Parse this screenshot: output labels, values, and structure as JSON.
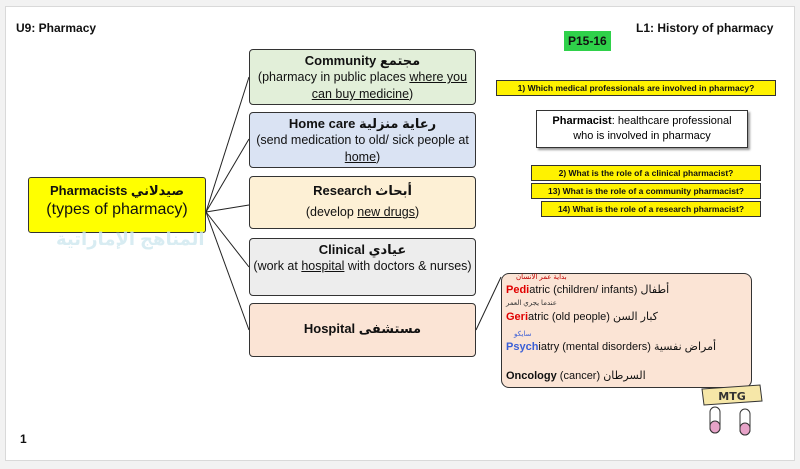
{
  "header": {
    "unit": "U9: Pharmacy",
    "lesson": "L1: History of pharmacy",
    "pages": "P15-16",
    "page_number": "1"
  },
  "central": {
    "title": "Pharmacists صيدلاني",
    "subtitle": "(types of pharmacy)"
  },
  "branches": [
    {
      "title": "Community مجتمع",
      "desc_a": "(pharmacy in public places ",
      "desc_u": "where you can buy medicine",
      "desc_b": ")"
    },
    {
      "title": "Home care رعاية منزلية",
      "desc_a": "(send medication to old/ sick people at ",
      "desc_u": "home",
      "desc_b": ")"
    },
    {
      "title": "Research أبحاث",
      "desc_a": "(develop ",
      "desc_u": "new drugs",
      "desc_b": ")"
    },
    {
      "title": "Clinical عيادي",
      "desc_a": "(work at ",
      "desc_u": "hospital",
      "desc_b": " with doctors & nurses)"
    },
    {
      "title": "Hospital مستشفى"
    }
  ],
  "hospital_types": [
    {
      "prefix": "Pedi",
      "rest": "atric (children/ infants) أطفال",
      "note": "بداية عمر الانسان"
    },
    {
      "prefix": "Geri",
      "rest": "atric (old people) كبار السن",
      "note": "عندما يجري العمر"
    },
    {
      "prefix": "Psych",
      "rest": "iatry (mental disorders) أمراض نفسية",
      "note": "سايكو"
    },
    {
      "prefix": "Oncology",
      "rest": " (cancer) السرطان",
      "note": ""
    }
  ],
  "questions": {
    "q1": "1) Which medical professionals are involved in pharmacy?",
    "q2": "2) What is the role of a clinical pharmacist?",
    "q13": "13) What is the role of a community pharmacist?",
    "q14": "14) What is the role of a research pharmacist?"
  },
  "definition": {
    "term": "Pharmacist",
    "text": ": healthcare professional who is involved in pharmacy"
  },
  "logo": {
    "text": "MTG"
  },
  "watermark": {
    "text": "المناهج الإماراتية"
  },
  "colors": {
    "community": "#e2efd9",
    "homecare": "#dae3f3",
    "research": "#fdf0d5",
    "clinical": "#ededed",
    "hospital": "#fbe4d5",
    "central": "#ffff00",
    "question": "#fff200",
    "tag": "#2fd14a"
  }
}
